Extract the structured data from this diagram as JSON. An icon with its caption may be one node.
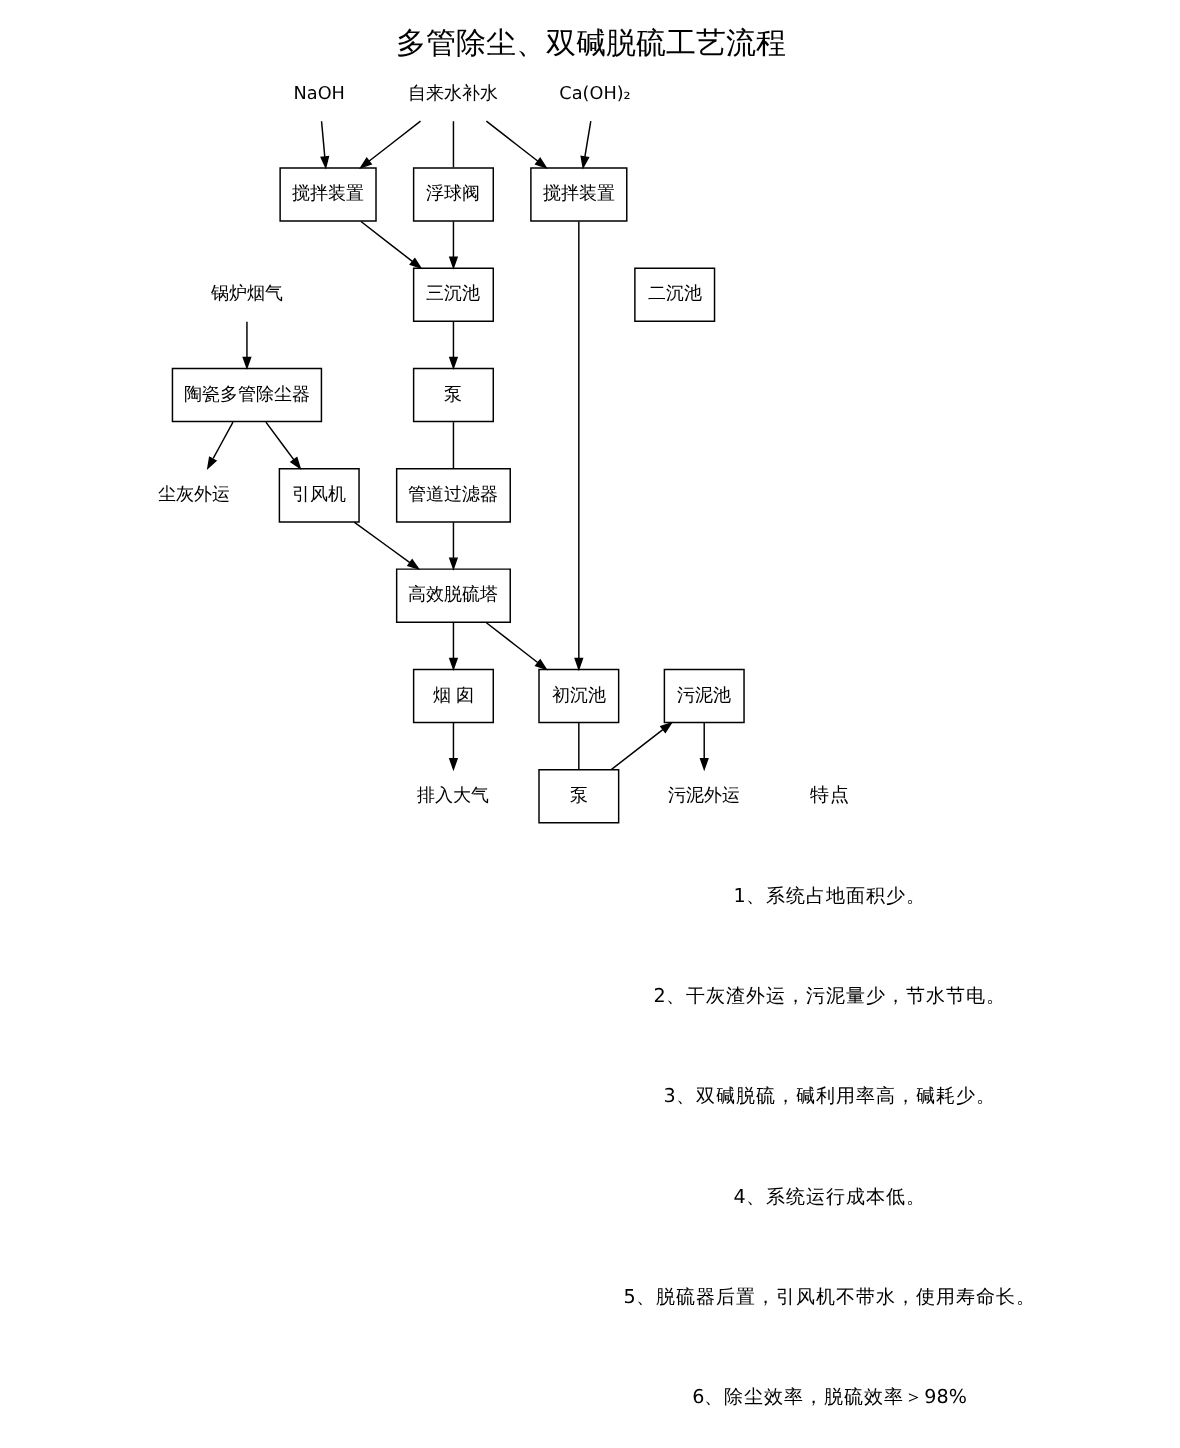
{
  "diagram": {
    "title": "多管除尘、双碱脱硫工艺流程",
    "nodes": [
      {
        "text": [
          "锅炉烟气"
        ]
      },
      {
        "text": [
          "陶瓷多管除尘器"
        ]
      },
      {
        "text": [
          "尘灰外运"
        ]
      },
      {
        "text": [
          "引风机"
        ]
      },
      {
        "text": [
          "高效脱硫塔"
        ]
      },
      {
        "text": [
          "烟 囱"
        ]
      },
      {
        "text": [
          "排入大气"
        ]
      },
      {
        "text": [
          "污泥池"
        ]
      },
      {
        "text": [
          "初沉池"
        ]
      },
      {
        "text": [
          "二沉池"
        ]
      },
      {
        "text": [
          "三沉池"
        ]
      },
      {
        "text": [
          "搅拌装置"
        ]
      },
      {
        "text": [
          "Ca(OH)₂"
        ]
      },
      {
        "text": [
          "泵"
        ]
      },
      {
        "text": [
          "污泥外运"
        ]
      },
      {
        "text": [
          "自来水补水"
        ]
      },
      {
        "text": [
          "浮球阀"
        ]
      },
      {
        "text": [
          "泵"
        ]
      },
      {
        "text": [
          "管道过滤器"
        ]
      },
      {
        "text": [
          "搅拌装置"
        ]
      },
      {
        "text": [
          "NaOH"
        ]
      }
    ],
    "edges": [
      {
        "from": 0,
        "to": 1,
        "arrow": "to"
      },
      {
        "from": 1,
        "to": 2,
        "arrow": "to"
      },
      {
        "from": 1,
        "to": 3,
        "arrow": "to"
      },
      {
        "from": 3,
        "to": 4,
        "arrow": "to"
      },
      {
        "from": 4,
        "to": 5,
        "arrow": "to"
      },
      {
        "from": 5,
        "to": 6,
        "arrow": "to"
      },
      {
        "from": 12,
        "to": 11,
        "arrow": "to"
      },
      {
        "from": 11,
        "to": 8,
        "arrow": "to"
      },
      {
        "from": 8,
        "to": 13,
        "arrow": "none"
      },
      {
        "from": 13,
        "to": 7,
        "arrow": "to"
      },
      {
        "from": 7,
        "to": 14,
        "arrow": "to"
      },
      {
        "from": 15,
        "to": 11,
        "arrow": "to"
      },
      {
        "from": 15,
        "to": 16,
        "arrow": "none"
      },
      {
        "from": 16,
        "to": 10,
        "arrow": "to"
      },
      {
        "from": 15,
        "to": 19,
        "arrow": "to"
      },
      {
        "from": 10,
        "to": 17,
        "arrow": "to"
      },
      {
        "from": 17,
        "to": 18,
        "arrow": "none"
      },
      {
        "from": 18,
        "to": 4,
        "arrow": "to"
      },
      {
        "from": 20,
        "to": 19,
        "arrow": "to"
      },
      {
        "from": 19,
        "to": 10,
        "arrow": "to"
      },
      {
        "from": 4,
        "to": 8,
        "arrow": "to"
      }
    ],
    "labels": [
      "特点",
      "1、系统占地面积少。",
      "2、干灰渣外运，污泥量少，节水节电。",
      "3、双碱脱硫，碱利用率高，碱耗少。",
      "4、系统运行成本低。",
      "5、脱硫器后置，引风机不带水，使用寿命长。",
      "6、除尘效率，脱硫效率＞98%"
    ]
  }
}
